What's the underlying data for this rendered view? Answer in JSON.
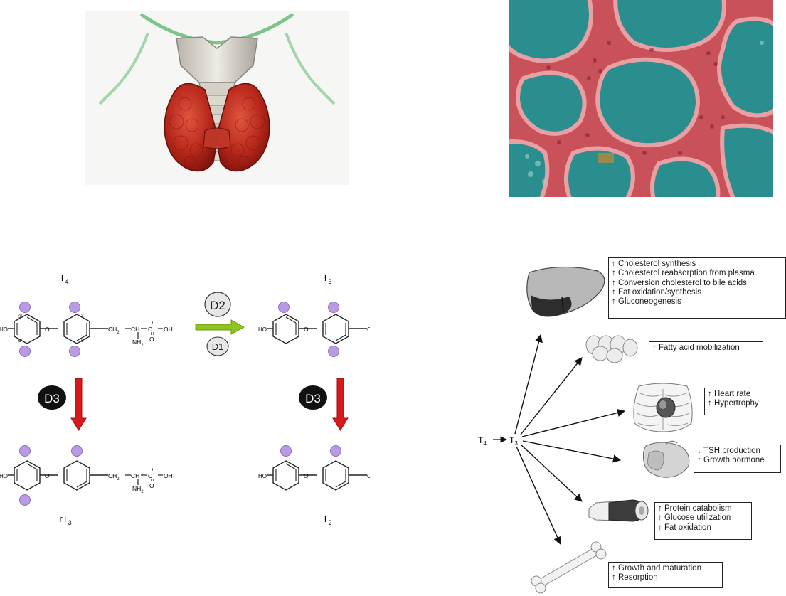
{
  "pathway": {
    "molecules": {
      "t4": {
        "base": "T",
        "sub": "4"
      },
      "t3": {
        "base": "T",
        "sub": "3"
      },
      "rt3": {
        "base": "rT",
        "sub": "3"
      },
      "t2": {
        "base": "T",
        "sub": "2"
      }
    },
    "enzymes": {
      "d1": "D1",
      "d2": "D2",
      "d3_left": "D3",
      "d3_right": "D3"
    },
    "structure_labels": {
      "ho": "HO",
      "o_bridge": "O",
      "ch2": "CH",
      "ch2_sub": "2",
      "ch": "CH",
      "c": "C",
      "oh": "OH",
      "carbonyl_o": "O",
      "nh2": "NH",
      "nh2_sub": "2",
      "pos3p": "3'",
      "pos5p": "5'",
      "pos3": "3",
      "pos5": "5"
    },
    "colors": {
      "iodine": "#b99be3",
      "iodine_edge": "#8e6fc4",
      "d2_arrow": "#8fc31f",
      "d3_arrow": "#d7191c",
      "enzyme_dark": "#111111",
      "enzyme_light": "#e6e6e6"
    }
  },
  "effects": {
    "source": {
      "t4": "T",
      "t4_sub": "4",
      "t3": "T",
      "t3_sub": "3"
    },
    "up_symbol": "↑",
    "down_symbol": "↓",
    "targets": [
      {
        "organ": "liver-icon",
        "lines": [
          {
            "dir": "up",
            "text": "Cholesterol synthesis"
          },
          {
            "dir": "up",
            "text": "Cholesterol reabsorption from plasma"
          },
          {
            "dir": "up",
            "text": "Conversion cholesterol to bile acids"
          },
          {
            "dir": "up",
            "text": "Fat oxidation/synthesis"
          },
          {
            "dir": "up",
            "text": "Gluconeogenesis"
          }
        ]
      },
      {
        "organ": "fat-cells-icon",
        "lines": [
          {
            "dir": "up",
            "text": "Fatty acid mobilization"
          }
        ]
      },
      {
        "organ": "heart-icon",
        "lines": [
          {
            "dir": "up",
            "text": "Heart rate"
          },
          {
            "dir": "up",
            "text": "Hypertrophy"
          }
        ]
      },
      {
        "organ": "pituitary-icon",
        "lines": [
          {
            "dir": "down",
            "text": "TSH production"
          },
          {
            "dir": "up",
            "text": "Growth hormone"
          }
        ]
      },
      {
        "organ": "muscle-icon",
        "lines": [
          {
            "dir": "up",
            "text": "Protein catabolism"
          },
          {
            "dir": "up",
            "text": "Glucose utilization"
          },
          {
            "dir": "up",
            "text": "Fat oxidation"
          }
        ]
      },
      {
        "organ": "bone-icon",
        "lines": [
          {
            "dir": "up",
            "text": "Growth and maturation"
          },
          {
            "dir": "up",
            "text": "Resorption"
          }
        ]
      }
    ]
  }
}
